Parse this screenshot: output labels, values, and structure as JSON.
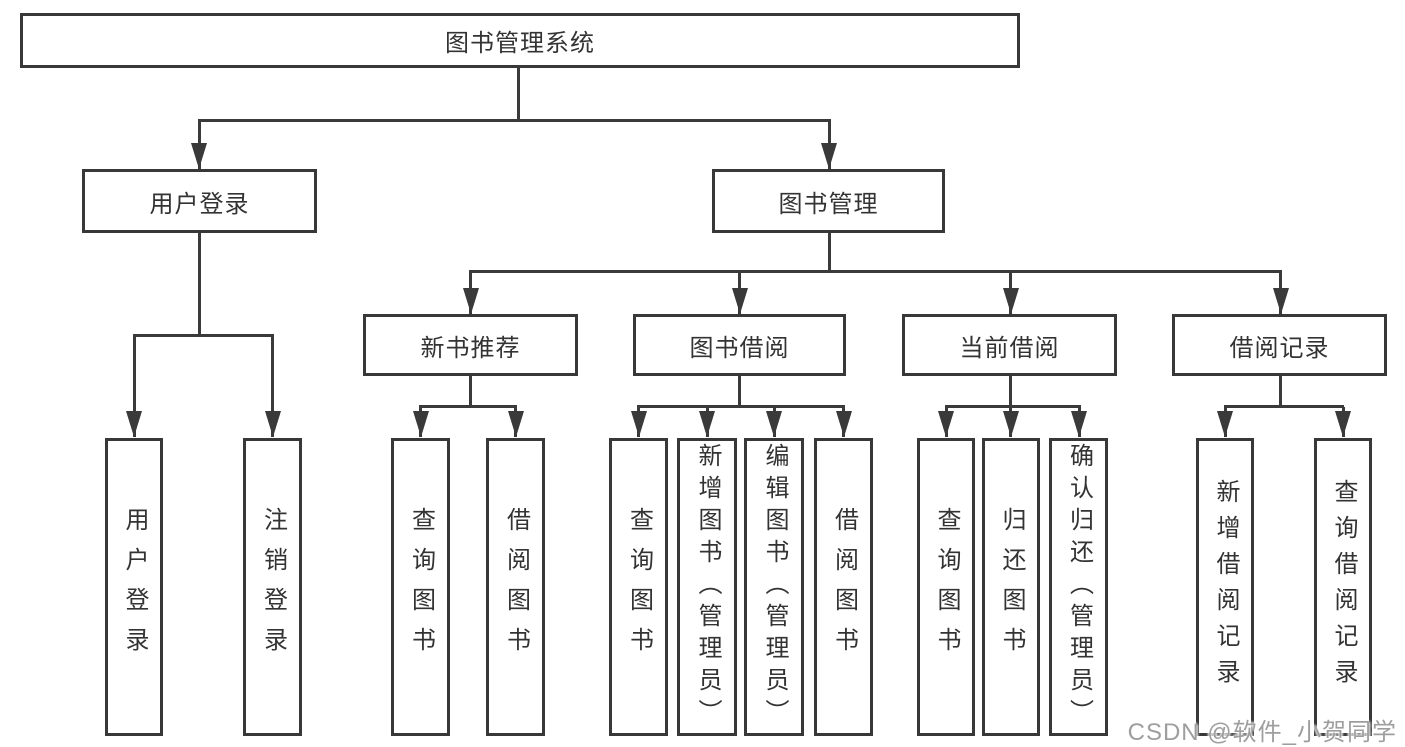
{
  "colors": {
    "line": "#3a3a3a",
    "border": "#383838",
    "text": "#333333",
    "watermark": "#9e9e9e",
    "background": "#ffffff"
  },
  "tree": {
    "root": {
      "label": "图书管理系统"
    },
    "branches": [
      {
        "label": "用户登录",
        "children": [
          {
            "label": "用户登录"
          },
          {
            "label": "注销登录"
          }
        ]
      },
      {
        "label": "图书管理",
        "groups": [
          {
            "label": "新书推荐",
            "children": [
              {
                "label": "查询图书"
              },
              {
                "label": "借阅图书"
              }
            ]
          },
          {
            "label": "图书借阅",
            "children": [
              {
                "label": "查询图书"
              },
              {
                "label": "新增图书（管理员）"
              },
              {
                "label": "编辑图书（管理员）"
              },
              {
                "label": "借阅图书"
              }
            ]
          },
          {
            "label": "当前借阅",
            "children": [
              {
                "label": "查询图书"
              },
              {
                "label": "归还图书"
              },
              {
                "label": "确认归还（管理员）"
              }
            ]
          },
          {
            "label": "借阅记录",
            "children": [
              {
                "label": "新增借阅记录"
              },
              {
                "label": "查询借阅记录"
              }
            ]
          }
        ]
      }
    ]
  },
  "watermark": {
    "text": "CSDN @软件_小贺同学"
  }
}
